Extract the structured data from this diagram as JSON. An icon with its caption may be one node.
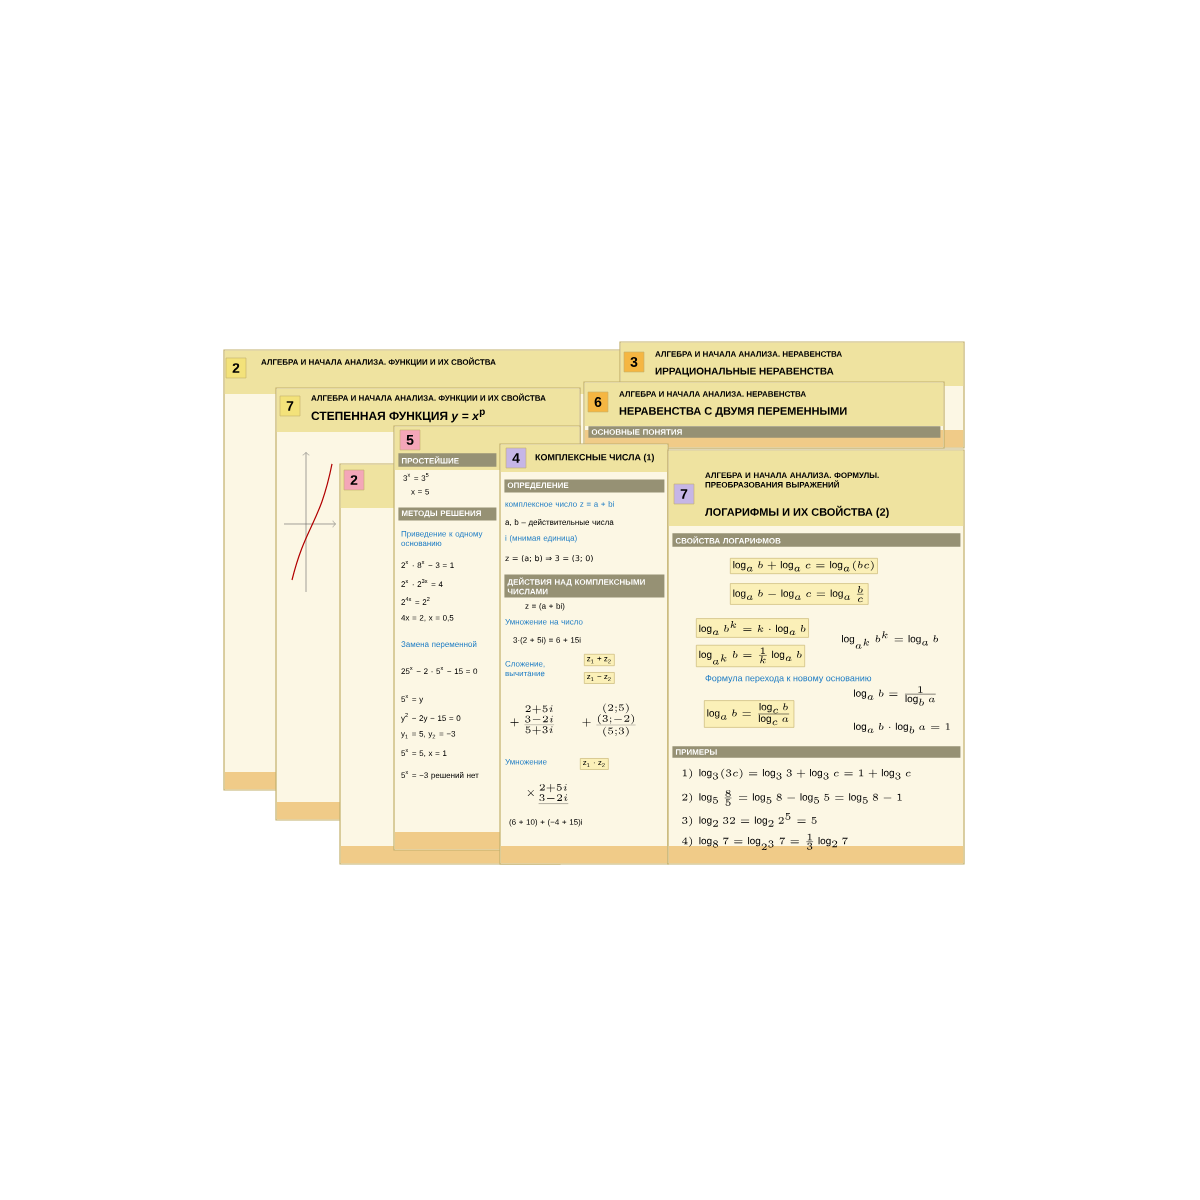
{
  "diagram": {
    "nodes": [
      {
        "text": [
          "2",
          "АЛГЕБРА И НАЧАЛА АНАЛИЗА. ФУНКЦИИ И ИХ СВОЙСТВА"
        ]
      },
      {
        "text": [
          "7",
          "АЛГЕБРА И НАЧАЛА АНАЛИЗА. ФУНКЦИИ И ИХ СВОЙСТВА",
          "СТЕПЕННАЯ ФУНКЦИЯ *y* = *x*$^{p}$"
        ]
      },
      {
        "text": [
          "3",
          "АЛГЕБРА И НАЧАЛА АНАЛИЗА. НЕРАВЕНСТВА",
          "ИРРАЦИОНАЛЬНЫЕ НЕРАВЕНСТВА"
        ]
      },
      {
        "text": [
          "6",
          "АЛГЕБРА И НАЧАЛА АНАЛИЗА. НЕРАВЕНСТВА",
          "НЕРАВЕНСТВА С ДВУМЯ ПЕРЕМЕННЫМИ",
          "ОСНОВНЫЕ ПОНЯТИЯ"
        ]
      },
      {
        "text": [
          "2"
        ]
      },
      {
        "text": [
          "5",
          "ПРОСТЕЙШИЕ",
          "3$^{x}$ = 3$^{5}$",
          "x = 5",
          "МЕТОДЫ РЕШЕНИЯ",
          "Приведение к одному основанию",
          "2$^{x}$ · 8$^{x}$ − 3 = 1",
          "2$^{x}$ · 2$^{3x}$ = 4",
          "2$^{4x}$ = 2$^{2}$",
          "4x = 2,  x = 0,5",
          "Замена переменной",
          "25$^{x}$ − 2 · 5$^{x}$ − 15 = 0",
          "5$^{x}$ = y",
          "y$^{2}$ − 2y − 15 = 0",
          "y$_{1}$ = 5,  y$_{2}$ = −3",
          "5$^{x}$ = 5,  x = 1",
          "5$^{x}$ = −3  решений нет"
        ]
      },
      {
        "text": [
          "4",
          "КОМПЛЕКСНЫЕ ЧИСЛА (1)",
          "ОПРЕДЕЛЕНИЕ",
          "комплексное число z = a + bi",
          "a, b – действительные числа",
          "i (мнимая единица)",
          "z = (a; b) ⇒ 3 = (3; 0)",
          "ДЕЙСТВИЯ НАД КОМПЛЕКСНЫМИ ЧИСЛАМИ",
          "z = (a + bi)",
          "Умножение на число",
          "3·(2 + 5i) = 6 + 15i",
          "Сложение, вычитание",
          "z$_{1}$ + z$_{2}$",
          "z$_{1}$ − z$_{2}$",
          "{+}{{2+5i \\atop \\underline{3-2i}} \\atop 5+3i}",
          "{+}{{(2;5) \\atop \\underline{(3;-2)}} \\atop (5;3)}",
          "Умножение",
          "z$_{1}$ · z$_{2}$",
          "{\\times}{2+5i \\atop \\underline{3-2i}}",
          "(6 + 10) + (−4 + 15)i"
        ]
      },
      {
        "text": [
          "7",
          "АЛГЕБРА И НАЧАЛА АНАЛИЗА. ФОРМУЛЫ. ПРЕОБРАЗОВАНИЯ ВЫРАЖЕНИЙ",
          "ЛОГАРИФМЫ И ИХ СВОЙСТВА (2)",
          "СВОЙСТВА ЛОГАРИФМОВ",
          "\\log_a b+\\log_a c=\\log_a(bc)",
          "\\log_a b-\\log_a c=\\log_a{b \\over c}",
          "\\log_a b^k=k\\cdot\\log_a b",
          "\\log_{a^k} b={1 \\over k}\\log_a b",
          "\\log_{a^k} b^k=\\log_a b",
          "Формула перехода к новому основанию",
          "\\log_a b={\\log_c b \\over \\log_c a}",
          "\\log_a b={1 \\over \\log_b a}",
          "\\log_a b\\cdot\\log_b a=1",
          "ПРИМЕРЫ",
          "1)\\ \\log_3(3c)=\\log_3 3+\\log_3 c=1+\\log_3 c",
          "2)\\ \\log_5{8 \\over 5}=\\log_5 8-\\log_5 5=\\log_5 8-1",
          "3)\\ \\log_2 32=\\log_2 2^5=5",
          "4)\\ \\log_8 7=\\log_{2^3}7={1 \\over 3}\\log_2 7"
        ]
      }
    ]
  }
}
